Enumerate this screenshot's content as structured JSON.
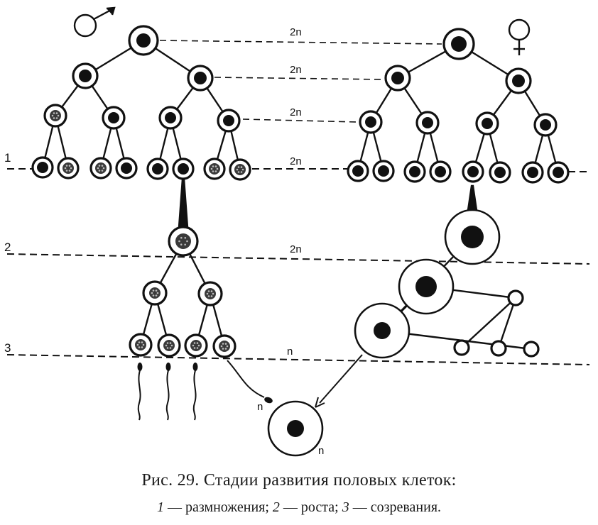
{
  "diagram": {
    "ploidy_labels": [
      "2n",
      "2n",
      "2n",
      "2n",
      "2n",
      "n"
    ],
    "stage_numbers": [
      "1",
      "2",
      "3"
    ],
    "cell_labels": [
      "n",
      "n"
    ],
    "symbols": {
      "male": "male-symbol-icon",
      "female": "female-symbol-icon"
    }
  },
  "caption": {
    "title": "Рис. 29. Стадии развития половых клеток:",
    "item1_num": "1",
    "item1_text": " — размножения; ",
    "item2_num": "2",
    "item2_text": " — роста; ",
    "item3_num": "3",
    "item3_text": " — созревания."
  }
}
